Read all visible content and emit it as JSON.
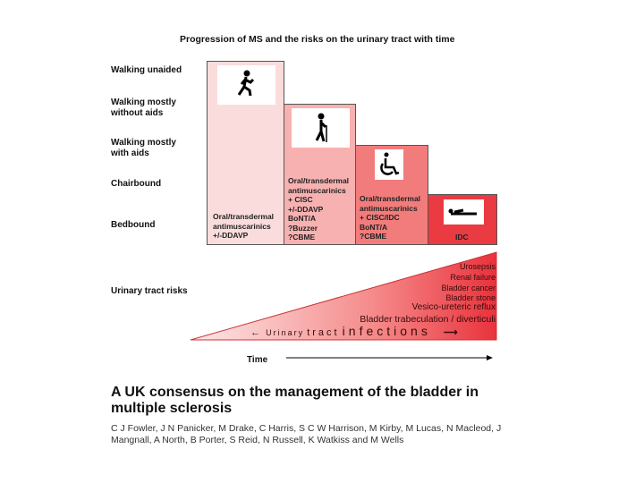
{
  "title": "Progression of MS and the risks on the urinary tract with time",
  "levels": [
    "Walking unaided",
    "Walking mostly\nwithout aids",
    "Walking mostly\nwith aids",
    "Chairbound",
    "Bedbound"
  ],
  "stages": [
    {
      "icon": "walking-person-icon",
      "text": "Oral/transdermal\nantimuscarinics\n+/-DDAVP",
      "color": "#fbdcdc"
    },
    {
      "icon": "person-with-cane-icon",
      "text": "Oral/transdermal\nantimuscarinics\n+ CISC\n+/-DDAVP\nBoNT/A\n?Buzzer\n?CBME",
      "color": "#f8b1b1"
    },
    {
      "icon": "wheelchair-icon",
      "text": "Oral/transdermal\nantimuscarinics\n+ CISC/IDC\nBoNT/A\n?CBME",
      "color": "#f27c7c"
    },
    {
      "icon": "lying-person-icon",
      "text": "IDC",
      "color": "#ea3a42"
    }
  ],
  "risks_label": "Urinary tract risks",
  "risks": [
    "Urosepsis",
    "Renal failure",
    "Bladder cancer",
    "Bladder stone",
    "Vesico-ureteric reflux",
    "Bladder trabeculation / diverticuli"
  ],
  "uti": {
    "a": "Urinary",
    "b": "tract",
    "c": "infections"
  },
  "time_label": "Time",
  "paper_title": "A UK consensus on the management of the bladder in multiple sclerosis",
  "authors": "C J Fowler, J N Panicker, M Drake, C Harris, S C W Harrison, M Kirby, M Lucas, N Macleod, J Mangnall, A North, B Porter, S Reid, N Russell, K Watkiss and M Wells"
}
